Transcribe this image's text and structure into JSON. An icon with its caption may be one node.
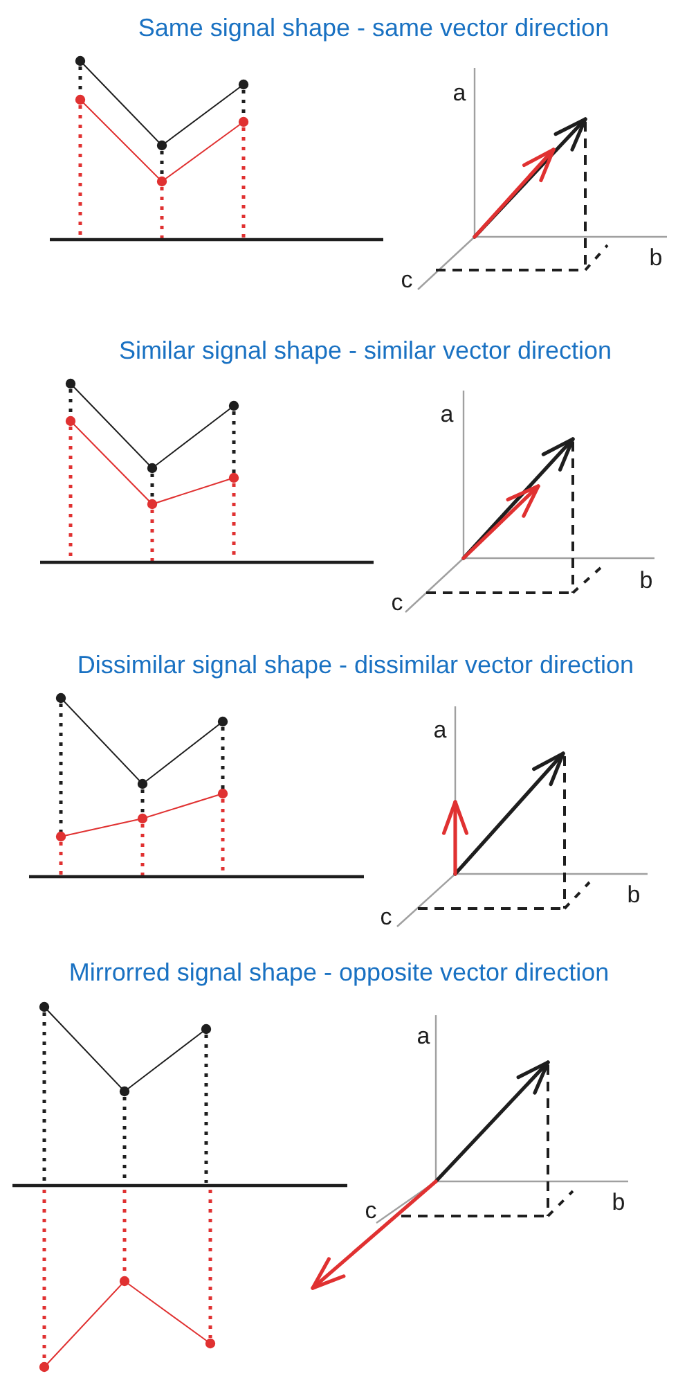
{
  "diagram": {
    "labels": [
      "Same signal shape - same vector direction",
      "a",
      "b",
      "c",
      "Similar signal shape - similar vector direction",
      "a",
      "b",
      "c",
      "Dissimilar signal shape - dissimilar vector direction",
      "a",
      "b",
      "c",
      "Mirrorred signal shape - opposite vector direction",
      "a",
      "b",
      "c"
    ]
  }
}
